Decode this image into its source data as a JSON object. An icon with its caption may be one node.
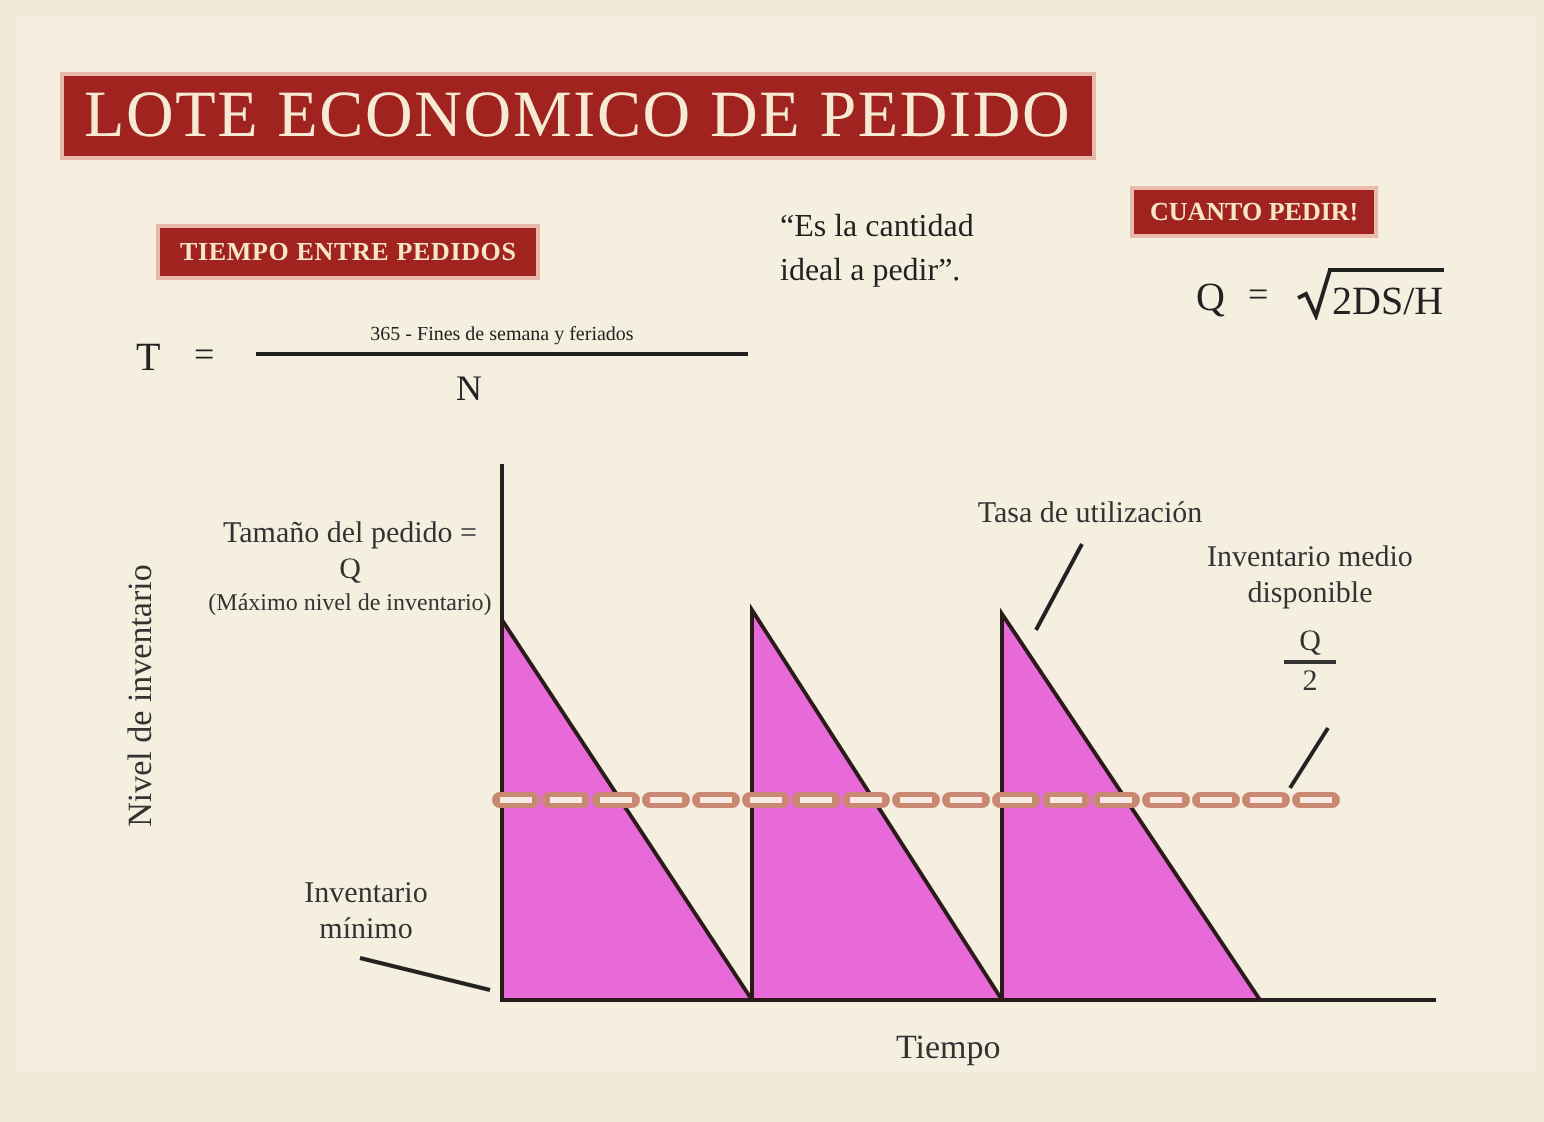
{
  "diagram": {
    "title": "LOTE ECONOMICO DE PEDIDO",
    "nodes": [
      {
        "text": [
          "Inventario mínimo"
        ]
      },
      {
        "text": [
          "Tasa de utilización"
        ]
      },
      {
        "text": [
          "Inventario medio disponible",
          "Q",
          "2"
        ]
      },
      {
        "text": [],
        "shape": "triangle"
      },
      {
        "text": [],
        "shape": "triangle"
      },
      {
        "text": [],
        "shape": "triangle"
      },
      {
        "text": [],
        "shape": "line"
      }
    ],
    "edges": [
      {
        "from": 0,
        "to": 3,
        "arrow": "none"
      },
      {
        "from": 1,
        "to": 5,
        "arrow": "none"
      },
      {
        "from": 2,
        "to": 6,
        "arrow": "none"
      }
    ],
    "labels": [
      "TIEMPO ENTRE PEDIDOS",
      "“Es la cantidad ideal a pedir”.",
      "CUANTO PEDIR!",
      "T",
      "=",
      "365 - Fines de semana y feriados",
      "N",
      "Q",
      "=",
      "2DS/H",
      "Tamaño del pedido = Q",
      "(Máximo nivel de inventario)",
      "Nivel de inventario",
      "Tiempo"
    ]
  }
}
